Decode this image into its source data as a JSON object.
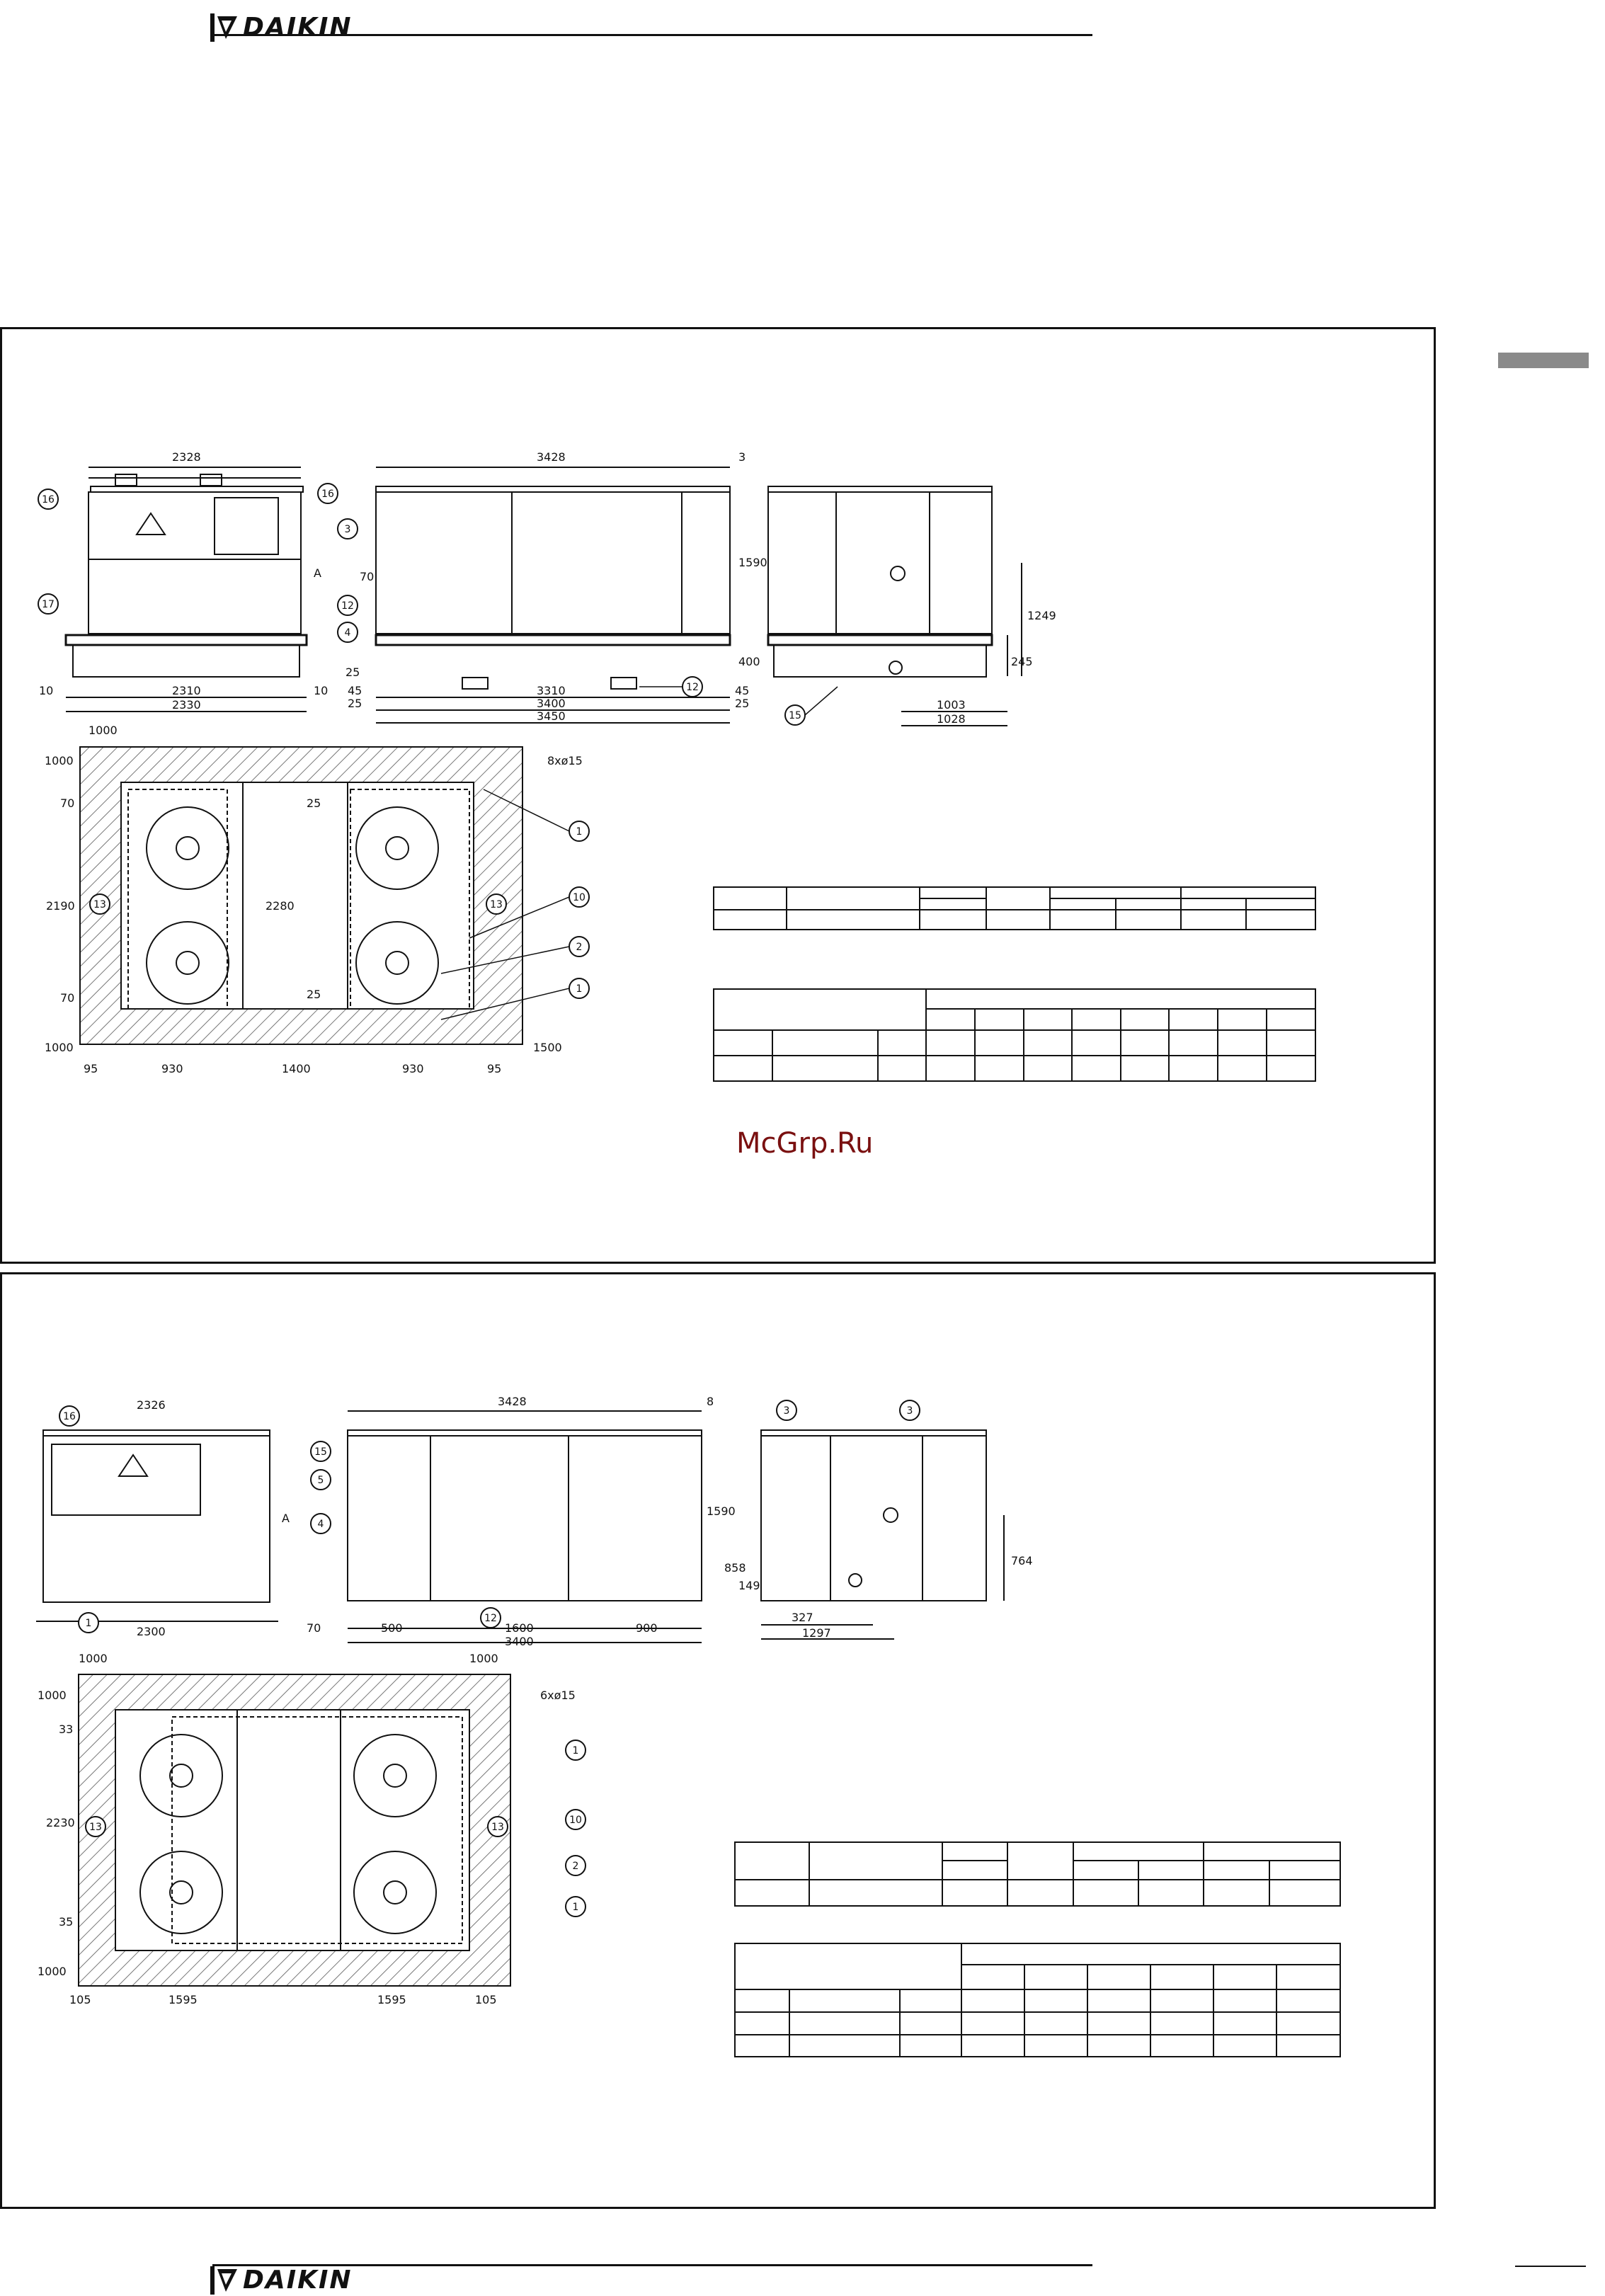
{
  "brand": {
    "name": "DAIKIN"
  },
  "watermark": "McGrp.Ru",
  "sheet1": {
    "front_dims": {
      "width_top": "2328",
      "width_base": "2310",
      "width_total": "2330",
      "side_left": "10",
      "side_right": "10",
      "height_label": "A"
    },
    "side_dims": {
      "length_top": "3428",
      "top_gap": "3",
      "height": "1590",
      "base_h": "400",
      "left_70": "70",
      "left_25": "25",
      "d3310": "3310",
      "d3400": "3400",
      "d3450": "3450",
      "d45a": "45",
      "d45b": "45",
      "d25a": "25",
      "d25b": "25"
    },
    "end_dims": {
      "h1249": "1249",
      "h245": "245",
      "w1003": "1003",
      "w1028": "1028"
    },
    "plan_dims": {
      "top_clear": "1000",
      "left_clear": "1000",
      "bottom_clear": "1000",
      "right_clear": "1500",
      "holes": "8xø15",
      "depth": "2190",
      "inner": "2280",
      "e70a": "70",
      "e70b": "70",
      "e25a": "25",
      "e25b": "25",
      "w95a": "95",
      "w930a": "930",
      "w1400": "1400",
      "w930b": "930",
      "w95b": "95"
    },
    "callouts": {
      "c16a": "16",
      "c16b": "16",
      "c17": "17",
      "c3": "3",
      "c12a": "12",
      "c4": "4",
      "c12b": "12",
      "c15": "15",
      "c1a": "1",
      "c10": "10",
      "c2": "2",
      "c1b": "1",
      "c13a": "13",
      "c13b": "13"
    }
  },
  "sheet2": {
    "front_dims": {
      "width_top": "2326",
      "width_base": "2300",
      "height_label": "A"
    },
    "side_dims": {
      "length_top": "3428",
      "top_gap": "8",
      "height": "1590",
      "h858": "858",
      "d70": "70",
      "w500": "500",
      "w1600": "1600",
      "w900": "900",
      "d3400": "3400"
    },
    "end_dims": {
      "h764": "764",
      "h149": "149",
      "w327": "327",
      "w1297": "1297"
    },
    "plan_dims": {
      "top_clear": "1000",
      "right_top": "1000",
      "left_clear": "1000",
      "bottom_clear": "1000",
      "holes": "6xø15",
      "depth": "2230",
      "e33": "33",
      "e35": "35",
      "w105a": "105",
      "w1595a": "1595",
      "w1595b": "1595",
      "w105b": "105"
    },
    "callouts": {
      "c16": "16",
      "c15": "15",
      "c5": "5",
      "c4": "4",
      "c1a": "1",
      "c12": "12",
      "c3a": "3",
      "c3b": "3",
      "c1b": "1",
      "c10": "10",
      "c2": "2",
      "c1c": "1",
      "c13a": "13",
      "c13b": "13"
    }
  },
  "icons": [
    "daikin-logo-icon",
    "fan-icon",
    "electrical-hazard-icon",
    "lifting-point-icon"
  ]
}
